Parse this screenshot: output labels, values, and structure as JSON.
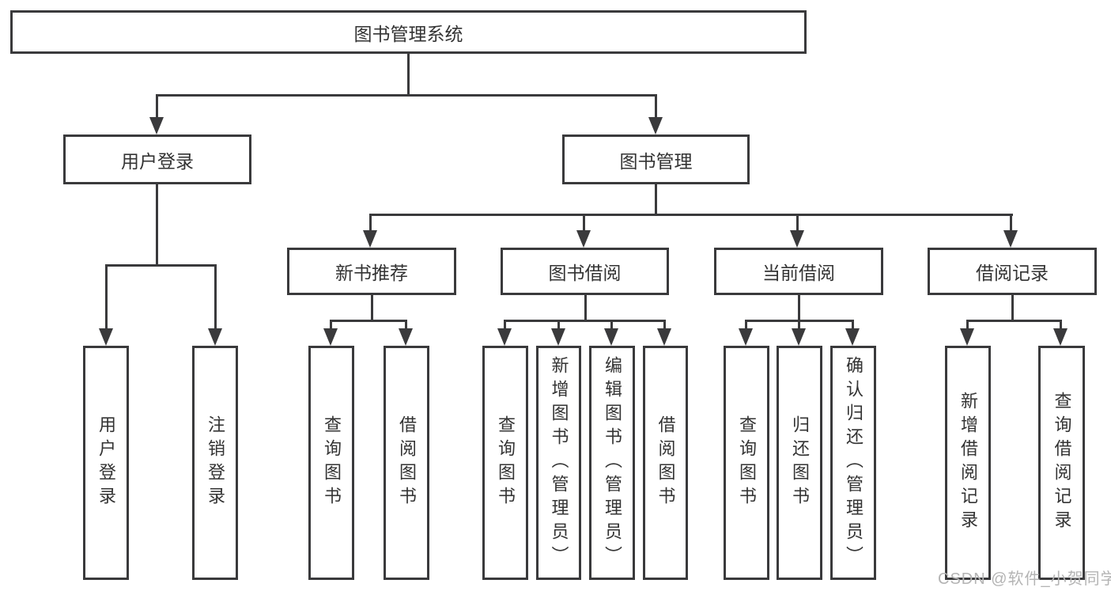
{
  "colors": {
    "line": "#3a3a3c",
    "text": "#333333",
    "watermark": "#b4b4b4",
    "background": "#ffffff"
  },
  "watermark": {
    "text": "CSDN @软件_小贺同学"
  },
  "tree": {
    "root": {
      "label": "图书管理系统"
    },
    "branches": [
      {
        "label": "用户登录",
        "children": [
          {
            "label": "用户登录"
          },
          {
            "label": "注销登录"
          }
        ]
      },
      {
        "label": "图书管理",
        "children": [
          {
            "label": "新书推荐",
            "children": [
              {
                "label": "查询图书"
              },
              {
                "label": "借阅图书"
              }
            ]
          },
          {
            "label": "图书借阅",
            "children": [
              {
                "label": "查询图书"
              },
              {
                "label": "新增图书（管理员）"
              },
              {
                "label": "编辑图书（管理员）"
              },
              {
                "label": "借阅图书"
              }
            ]
          },
          {
            "label": "当前借阅",
            "children": [
              {
                "label": "查询图书"
              },
              {
                "label": "归还图书"
              },
              {
                "label": "确认归还（管理员）"
              }
            ]
          },
          {
            "label": "借阅记录",
            "children": [
              {
                "label": "新增借阅记录"
              },
              {
                "label": "查询借阅记录"
              }
            ]
          }
        ]
      }
    ]
  }
}
